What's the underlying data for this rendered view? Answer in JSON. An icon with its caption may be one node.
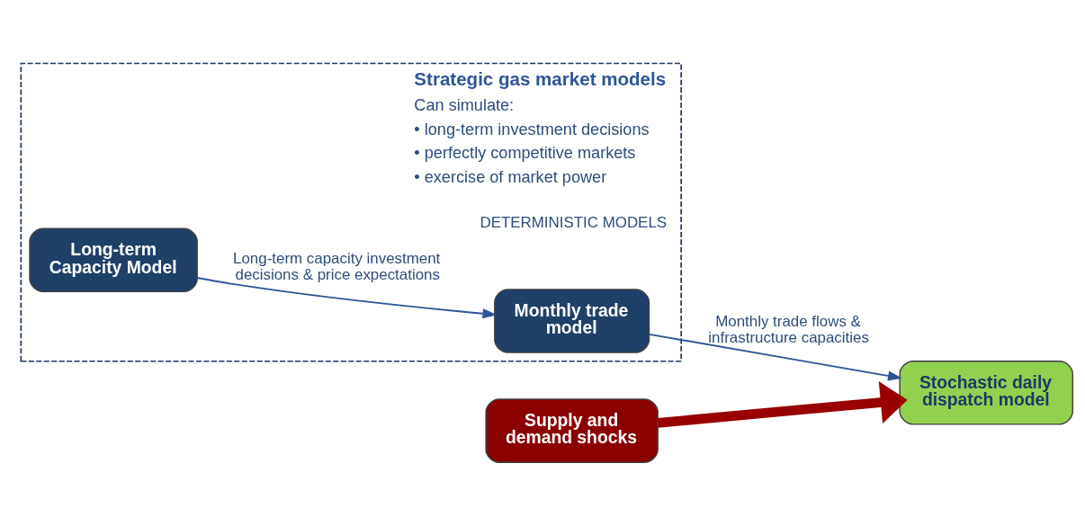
{
  "diagram": {
    "nodes": [
      {
        "text": [
          "Strategic gas market models",
          "Can simulate:",
          "• long-term investment decisions",
          "• perfectly competitive markets",
          "• exercise of market power"
        ]
      },
      {
        "text": [
          "Long-term Capacity Model"
        ],
        "in": 0
      },
      {
        "text": [
          "Monthly trade model"
        ],
        "in": 0
      },
      {
        "text": [
          "Supply and demand shocks"
        ]
      },
      {
        "text": [
          "Stochastic daily dispatch model"
        ]
      }
    ],
    "edges": [
      {
        "from": 1,
        "to": 2,
        "arrow": "to",
        "label": "Long-term capacity investment decisions & price expectations"
      },
      {
        "from": 2,
        "to": 4,
        "arrow": "to",
        "label": "Monthly trade flows & infrastructure capacities"
      },
      {
        "from": 3,
        "to": 4,
        "arrow": "to",
        "style": "thick",
        "color": "#990000"
      }
    ],
    "labels": [
      "DETERMINISTIC MODELS"
    ]
  }
}
